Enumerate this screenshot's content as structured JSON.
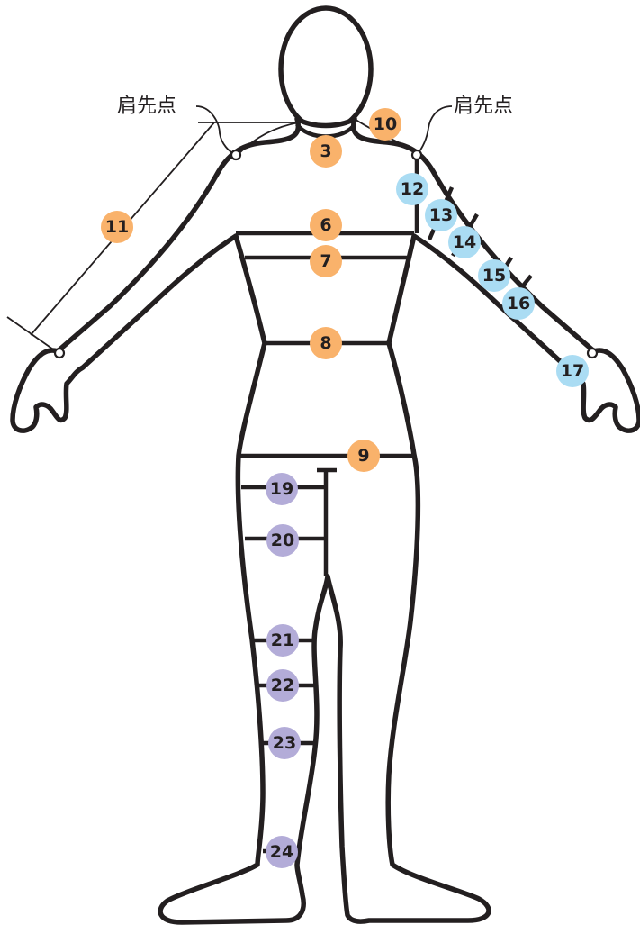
{
  "labels": {
    "shoulder_left": "肩先点",
    "shoulder_right": "肩先点"
  },
  "colors": {
    "orange": "#f9b26b",
    "blue": "#aadcf3",
    "purple": "#b3acd8",
    "line": "#231f20"
  },
  "badges": {
    "b3": "3",
    "b6": "6",
    "b7": "7",
    "b8": "8",
    "b9": "9",
    "b10": "10",
    "b11": "11",
    "b12": "12",
    "b13": "13",
    "b14": "14",
    "b15": "15",
    "b16": "16",
    "b17": "17",
    "b19": "19",
    "b20": "20",
    "b21": "21",
    "b22": "22",
    "b23": "23",
    "b24": "24"
  }
}
